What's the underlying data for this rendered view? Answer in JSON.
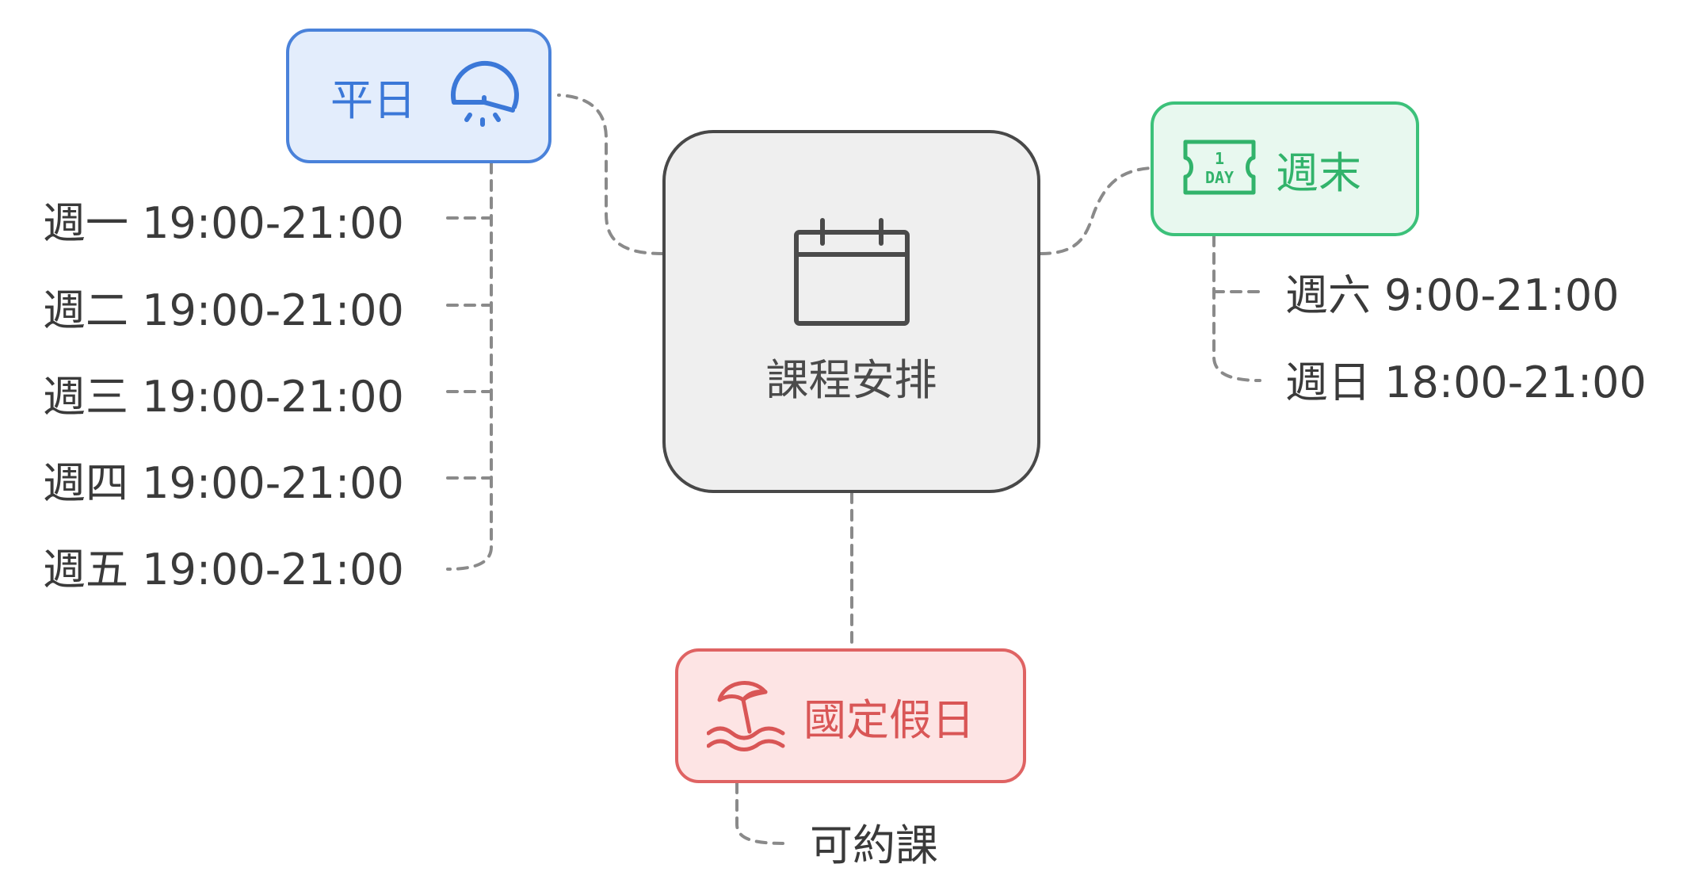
{
  "center": {
    "label": "課程安排",
    "icon": "calendar-icon"
  },
  "weekday": {
    "label": "平日",
    "icon": "speedometer-icon",
    "color": "#3b78d8",
    "items": [
      "週一 19:00-21:00",
      "週二 19:00-21:00",
      "週三 19:00-21:00",
      "週四 19:00-21:00",
      "週五 19:00-21:00"
    ]
  },
  "weekend": {
    "label": "週末",
    "icon": "one-day-ticket-icon",
    "icon_text": {
      "number": "1",
      "word": "DAY"
    },
    "color": "#32b36b",
    "items": [
      "週六 9:00-21:00",
      "週日 18:00-21:00"
    ]
  },
  "holiday": {
    "label": "國定假日",
    "icon": "beach-umbrella-icon",
    "color": "#d95656",
    "items": [
      "可約課"
    ]
  }
}
